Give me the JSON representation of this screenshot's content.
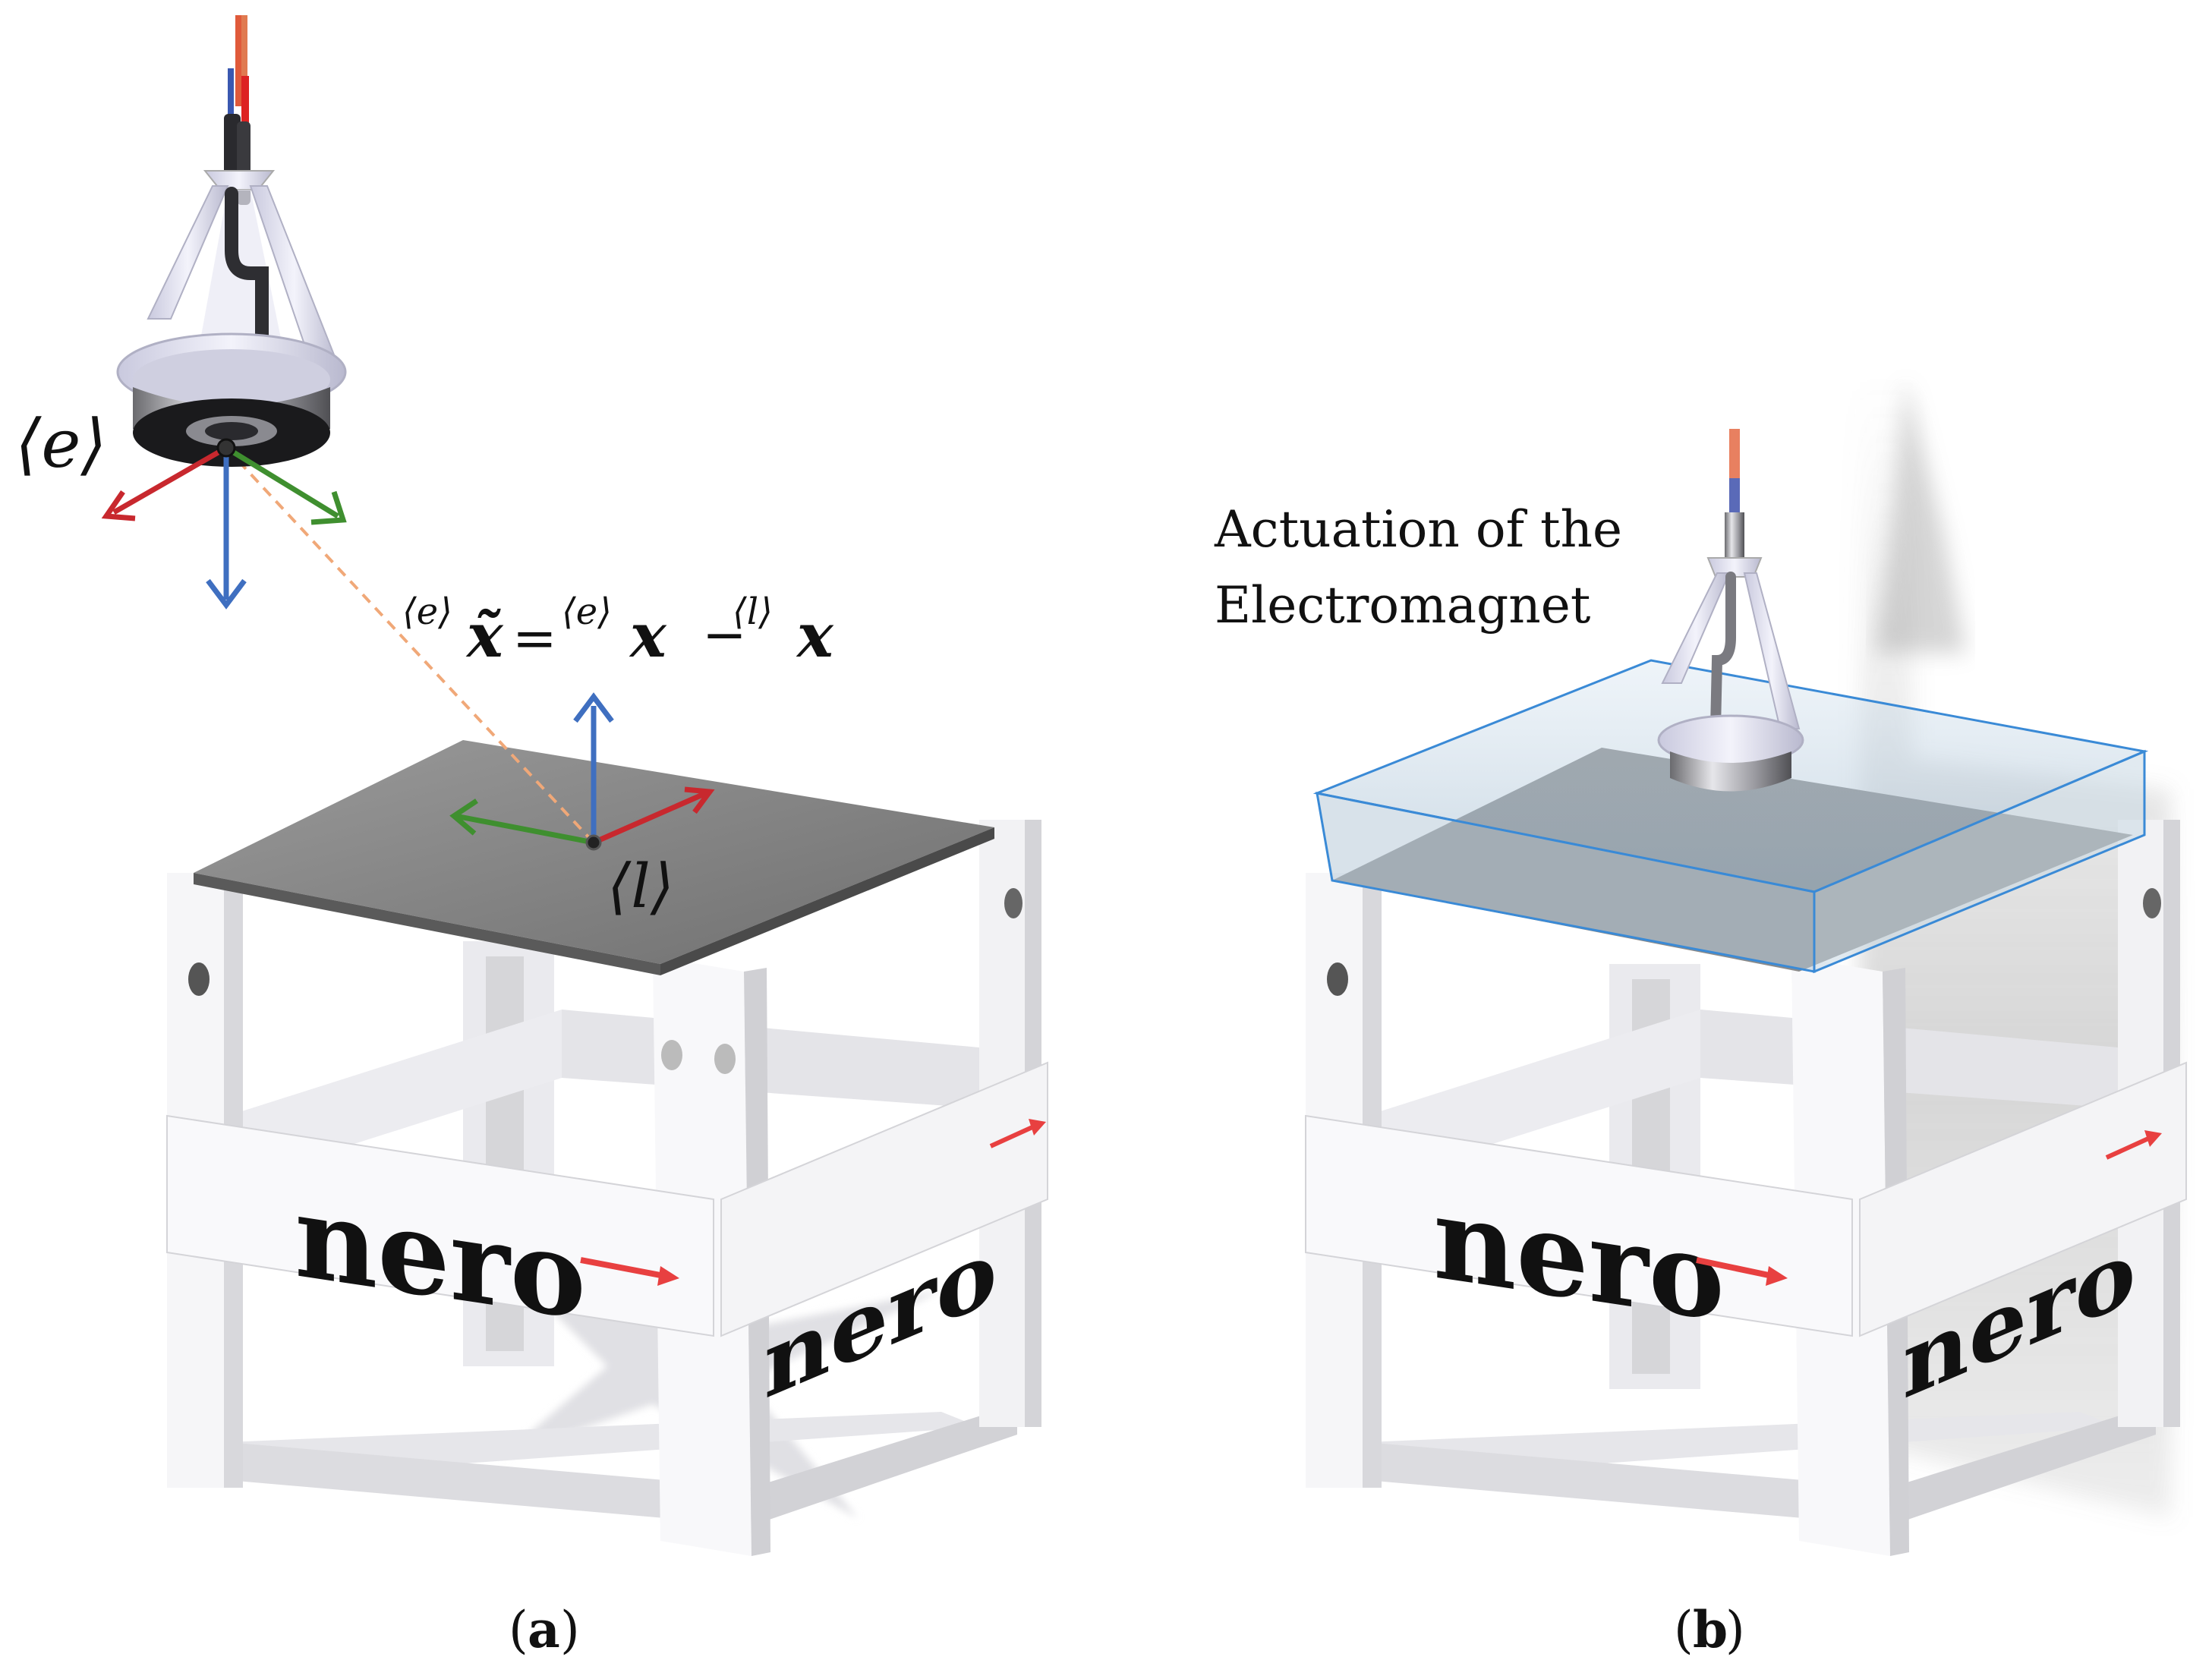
{
  "labels": {
    "frame_e": "⟨e⟩",
    "frame_l": "⟨l⟩",
    "annotation_line1": "Actuation of the",
    "annotation_line2": "Electromagnet",
    "brand_text": "nero",
    "caption_a_open": "(",
    "caption_a_letter": "a",
    "caption_a_close": ")",
    "caption_b_open": "(",
    "caption_b_letter": "b",
    "caption_b_close": ")"
  },
  "equation": {
    "sup_lhs": "⟨e⟩",
    "lhs": "x̃",
    "equals": "=",
    "sup_mid": "⟨e⟩",
    "mid": "x",
    "minus": "−",
    "sup_rhs": "⟨l⟩",
    "rhs": "x"
  },
  "colors": {
    "axis_x": "#c8282e",
    "axis_y": "#3f8f2f",
    "axis_z": "#3f6fc0",
    "marker_arrow": "#e84040",
    "dashed_line": "#f0a878",
    "platform": "#8a8a8a",
    "box_edge": "#3a8ad6",
    "frame_body": "#f4f4f6",
    "frame_shadow": "#d6d6da",
    "gripper": "#e4e4f2"
  },
  "icons": {
    "electromagnet": "electromagnet-gripper-icon",
    "platform_stand": "platform-stand-icon"
  }
}
